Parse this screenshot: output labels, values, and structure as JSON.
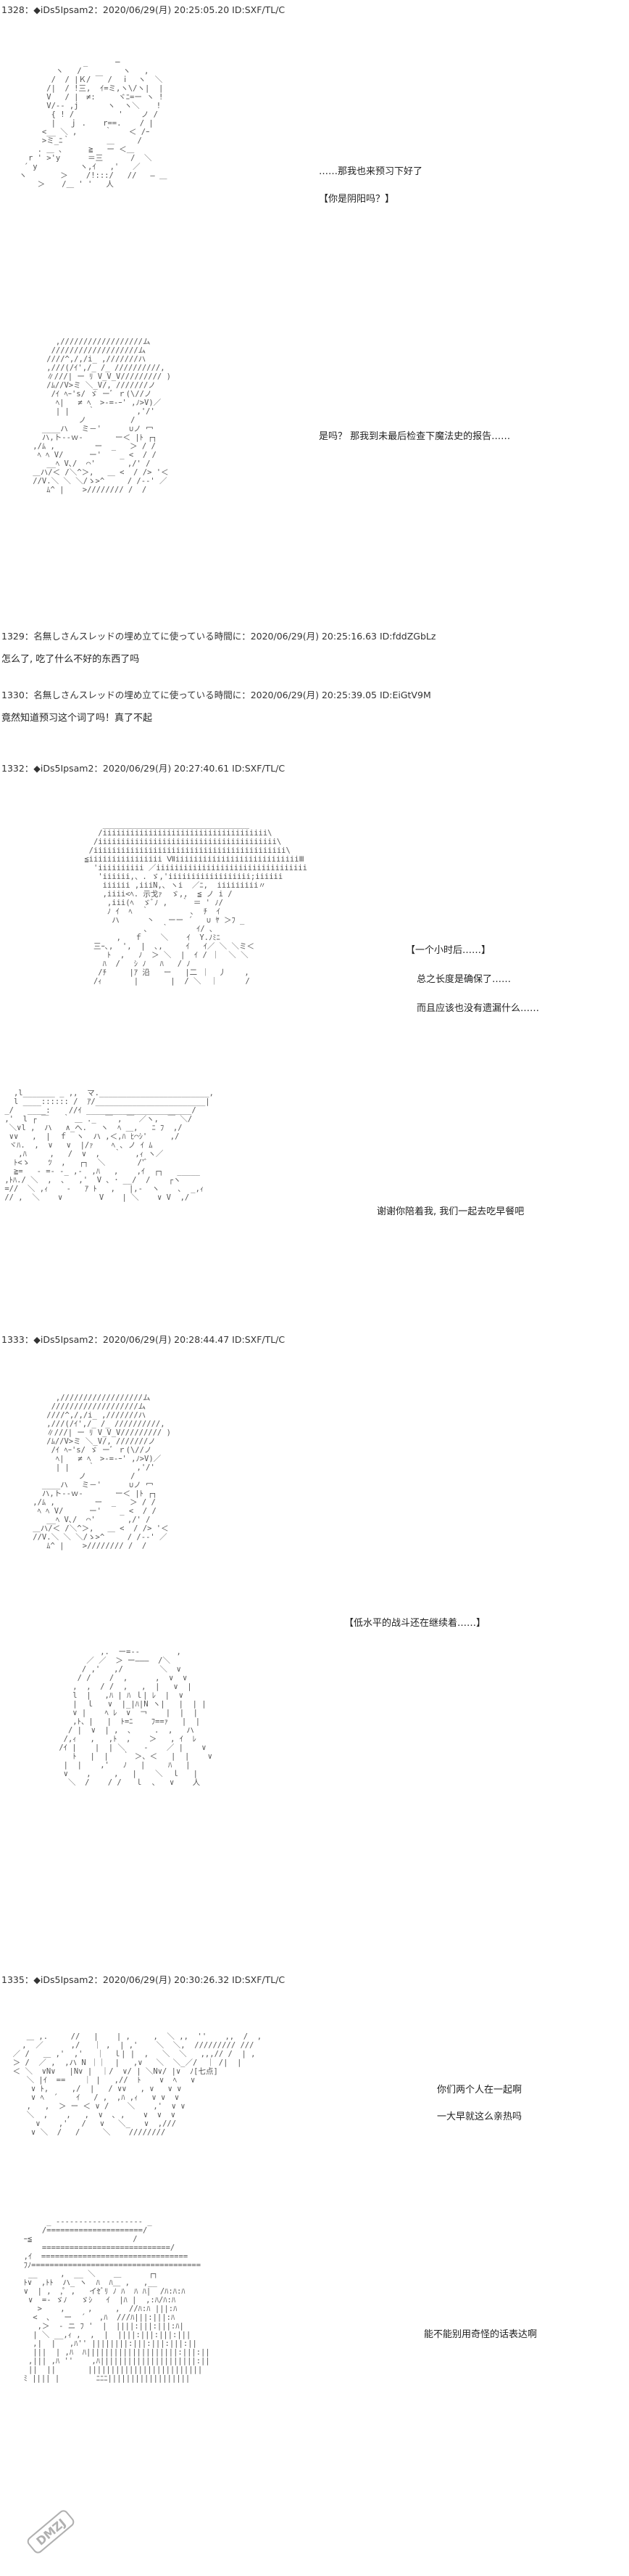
{
  "posts": [
    {
      "header": "1328：◆iDs5Ipsam2：2020/06/29(月) 20:25:05.20 ID:SXF/TL/C",
      "lines": [
        "……那我也来预习下好了",
        "【你是阴阳吗？】",
        "是吗？ 那我到未最后检查下魔法史的报告……"
      ]
    },
    {
      "header": "1329：名無しさんスレッドの埋め立てに使っている時間に：2020/06/29(月) 20:25:16.63 ID:fddZGbLz",
      "lines": [
        "怎么了, 吃了什么不好的东西了吗"
      ]
    },
    {
      "header": "1330：名無しさんスレッドの埋め立てに使っている時間に：2020/06/29(月) 20:25:39.05 ID:EiGtV9M",
      "lines": [
        "竟然知道预习这个词了吗！真了不起"
      ]
    },
    {
      "header": "1332：◆iDs5Ipsam2：2020/06/29(月) 20:27:40.61 ID:SXF/TL/C",
      "lines": [
        "【一个小时后……】",
        "总之长度是确保了……",
        "而且应该也没有遗漏什么……",
        "谢谢你陪着我, 我们一起去吃早餐吧"
      ]
    },
    {
      "header": "1333：◆iDs5Ipsam2：2020/06/29(月) 20:28:44.47 ID:SXF/TL/C",
      "lines": [
        "【低水平的战斗还在继续着……】"
      ]
    },
    {
      "header": "1335：◆iDs5Ipsam2：2020/06/29(月) 20:30:26.32 ID:SXF/TL/C",
      "lines": [
        "【七点】",
        "你们两个人在一起啊",
        "一大早就这么亲热吗",
        "能不能别用奇怪的话表达啊"
      ]
    }
  ],
  "watermark": "DMZJ"
}
